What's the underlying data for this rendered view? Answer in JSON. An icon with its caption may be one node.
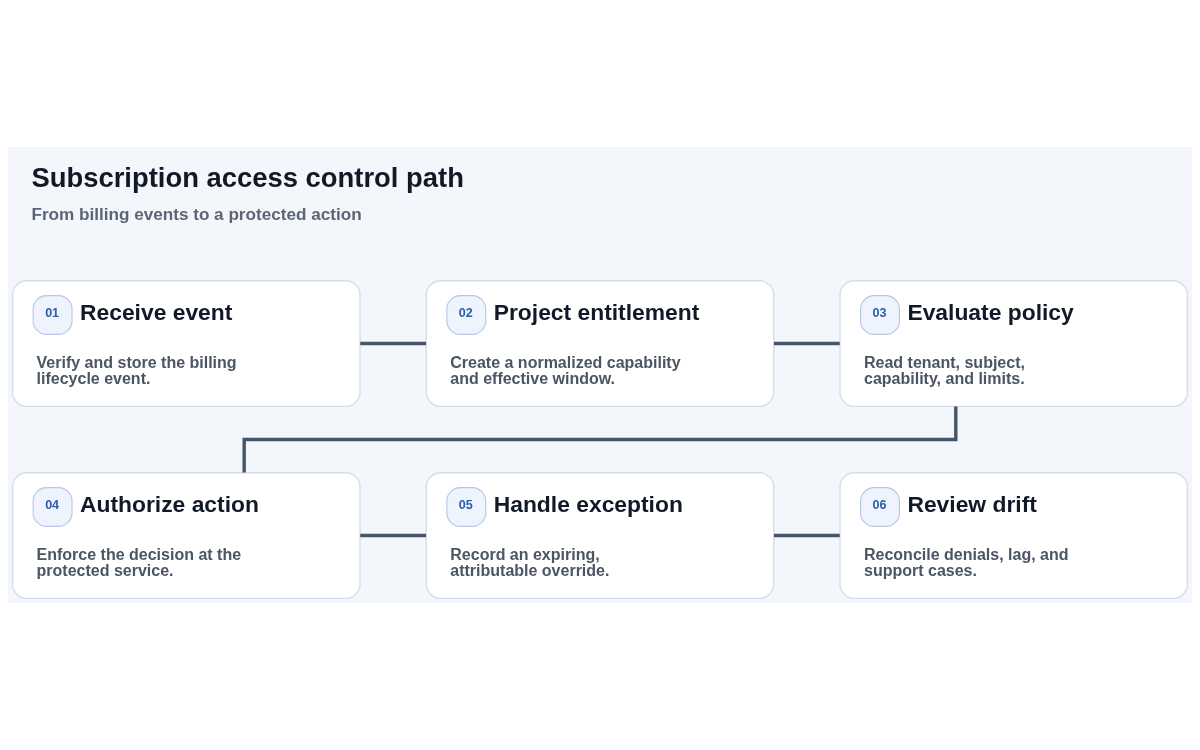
{
  "diagram": {
    "title": "Subscription access control path",
    "caption": "From billing events to a protected action",
    "nodes": [
      {
        "text": [
          "01",
          "Receive event",
          "Verify and store the billing lifecycle event."
        ]
      },
      {
        "text": [
          "02",
          "Project entitlement",
          "Create a normalized capability and effective window."
        ]
      },
      {
        "text": [
          "03",
          "Evaluate policy",
          "Read tenant, subject, capability, and limits."
        ]
      },
      {
        "text": [
          "04",
          "Authorize action",
          "Enforce the decision at the protected service."
        ]
      },
      {
        "text": [
          "05",
          "Handle exception",
          "Record an expiring, attributable override."
        ]
      },
      {
        "text": [
          "06",
          "Review drift",
          "Reconcile denials, lag, and support cases."
        ]
      }
    ],
    "edges": [
      {
        "from": 0,
        "to": 1,
        "arrow": "none"
      },
      {
        "from": 1,
        "to": 2,
        "arrow": "none"
      },
      {
        "from": 2,
        "to": 3,
        "arrow": "none"
      },
      {
        "from": 3,
        "to": 4,
        "arrow": "none"
      },
      {
        "from": 4,
        "to": 5,
        "arrow": "none"
      }
    ]
  }
}
